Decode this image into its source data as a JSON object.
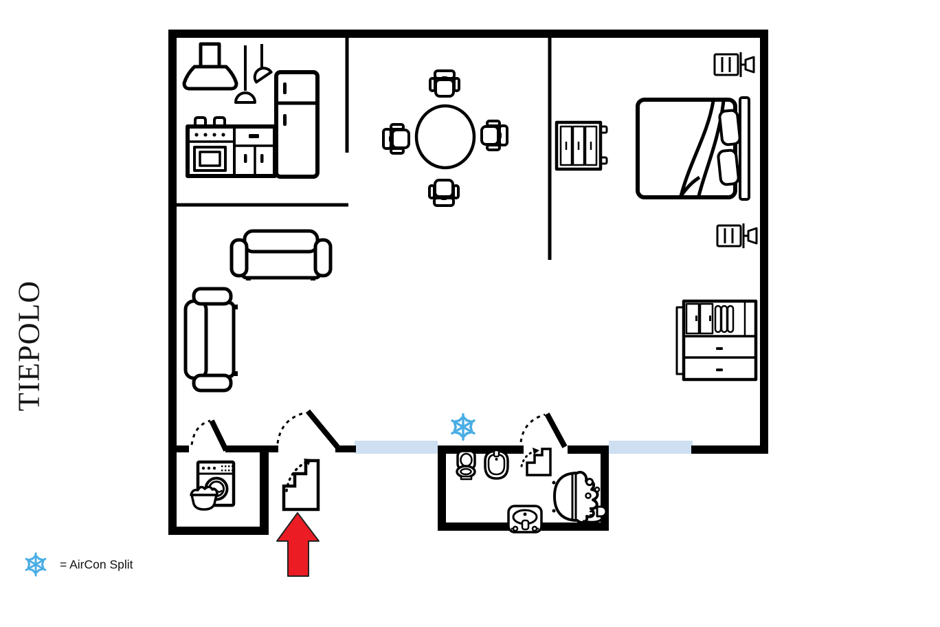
{
  "title": {
    "text": "TIEPOLO"
  },
  "legend": {
    "snowflake_glyph": "❄",
    "label": "= AirCon Split"
  },
  "colors": {
    "wall": "#000000",
    "window_glass": "#cddff0",
    "entrance_arrow": "#ec1c24",
    "aircon": "#4aade4"
  },
  "floor_plan": {
    "rooms": [
      "kitchen",
      "living-dining-room",
      "bedroom",
      "laundry-room",
      "bathroom"
    ],
    "doors": 3,
    "windows": 2,
    "aircon_units": 1,
    "icons": [
      "range-hood-icon",
      "pendant-lamp-icon",
      "fridge-icon",
      "stove-oven-icon",
      "dining-table-icon",
      "dining-chair-icon",
      "sofa-icon",
      "loveseat-icon",
      "wardrobe-icon",
      "double-bed-icon",
      "radiator-icon",
      "dresser-icon",
      "washing-machine-icon",
      "laundry-basket-icon",
      "stairs-up-icon",
      "toilet-icon",
      "bidet-icon",
      "sink-icon",
      "bathtub-icon",
      "door-swing-icon",
      "window-icon",
      "snowflake-icon",
      "entrance-arrow-icon"
    ]
  }
}
